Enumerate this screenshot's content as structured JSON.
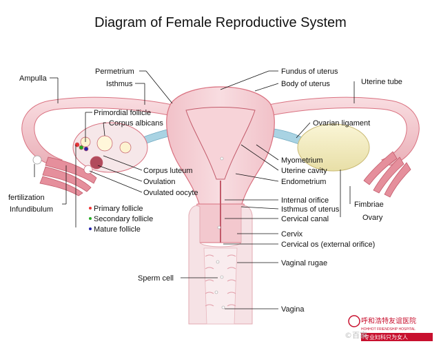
{
  "title": "Diagram of Female Reproductive System",
  "labels": {
    "ampulla": "Ampulla",
    "perimetrium": "Permetrium",
    "isthmus": "Isthmus",
    "fundus": "Fundus of uterus",
    "body": "Body of uterus",
    "uterine_tube": "Uterine tube",
    "primordial_follicle": "Primordial follicle",
    "corpus_albicans": "Corpus albicans",
    "ovarian_ligament": "Ovarian ligament",
    "corpus_luteum": "Corpus luteum",
    "ovulation": "Ovulation",
    "ovulated_oocyte": "Ovulated oocyte",
    "myometrium": "Myometrium",
    "uterine_cavity": "Uterine cavity",
    "endometrium": "Endometrium",
    "fertilization": "fertilization",
    "infundibulum": "Infundibulum",
    "internal_orifice": "Internal orifice",
    "isthmus_of_uterus": "Isthmus of uterus",
    "fimbriae": "Fimbriae",
    "primary_follicle": "Primary follicle",
    "secondary_follicle": "Secondary follicle",
    "mature_follicle": "Mature follicle",
    "cervical_canal": "Cervical canal",
    "ovary": "Ovary",
    "cervix": "Cervix",
    "cervical_os": "Cervical os (external orifice)",
    "vaginal_rugae": "Vaginal rugae",
    "sperm_cell": "Sperm cell",
    "vagina": "Vagina"
  },
  "watermark": {
    "text1": "呼和浩特友谊医院",
    "text2": "HOHHOT FRIENDSHIP HOSPITAL",
    "text3": "专业妇科只为女人",
    "left_text": "©百家"
  },
  "colors": {
    "tissue": "#f2b8c0",
    "tissue_dark": "#d9707f",
    "cavity": "#f7d3d8",
    "tube": "#f5c9cf",
    "ligament": "#a9d3e3",
    "ovary": "#f3edc2",
    "watermark": "#c8102e"
  }
}
